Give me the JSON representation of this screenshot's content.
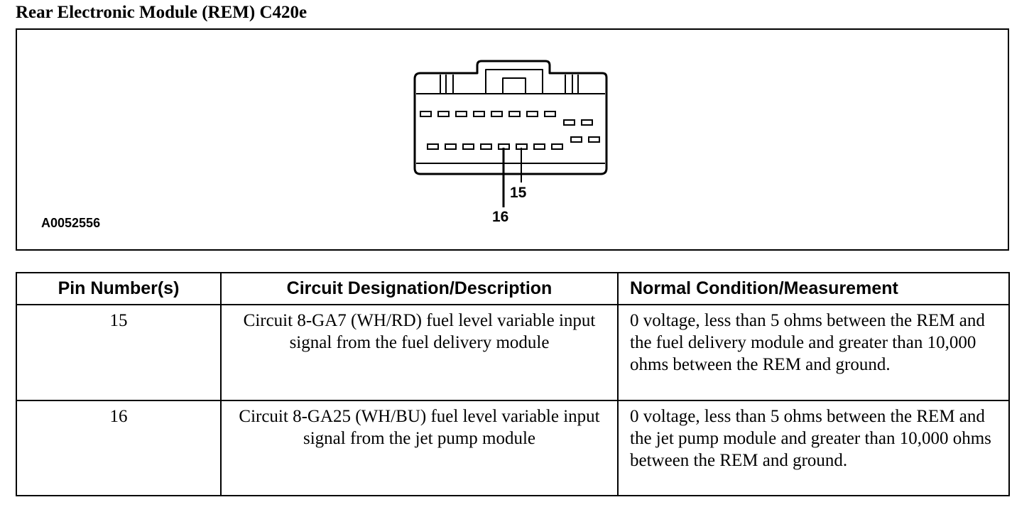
{
  "title": "Rear Electronic Module (REM) C420e",
  "figure": {
    "id": "A0052556",
    "callouts": [
      "15",
      "16"
    ]
  },
  "table": {
    "headers": [
      "Pin Number(s)",
      "Circuit Designation/Description",
      "Normal Condition/Measurement"
    ],
    "rows": [
      {
        "pin": "15",
        "circuit": "Circuit 8-GA7 (WH/RD) fuel level variable input signal from the fuel delivery module",
        "condition": "0 voltage, less than 5 ohms between the REM and the fuel delivery module and greater than 10,000 ohms between the REM and ground."
      },
      {
        "pin": "16",
        "circuit": "Circuit 8-GA25 (WH/BU) fuel level variable input signal from the jet pump module",
        "condition": "0 voltage, less than 5 ohms between the REM and the jet pump module and greater than 10,000 ohms between the REM and ground."
      }
    ]
  }
}
